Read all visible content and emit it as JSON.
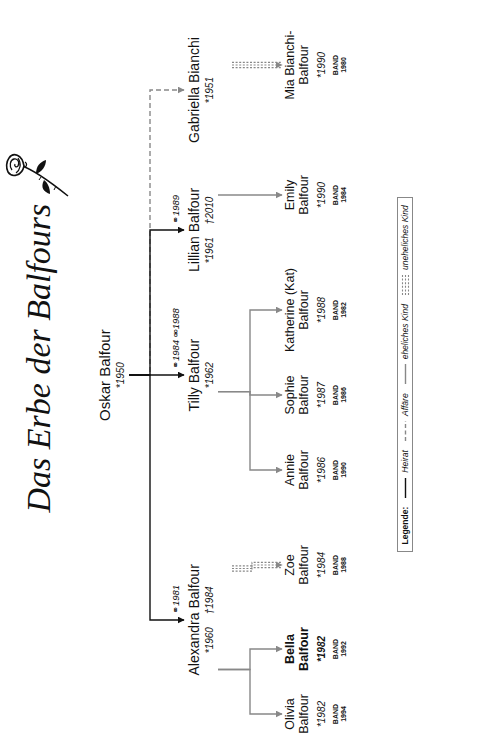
{
  "diagram": {
    "title": "Das Erbe der Balfours",
    "nodes": [
      {
        "text": [
          "Oskar Balfour",
          "*1950"
        ]
      },
      {
        "text": [
          "Alexandra Balfour",
          "*1960 †1984"
        ]
      },
      {
        "text": [
          "Tilly Balfour",
          "*1962"
        ]
      },
      {
        "text": [
          "Lillian Balfour",
          "*1961 †2010"
        ]
      },
      {
        "text": [
          "Gabriella Bianchi",
          "*1951"
        ]
      },
      {
        "text": [
          "Olivia Balfour",
          "*1982",
          "BAND 1994"
        ]
      },
      {
        "text": [
          "Bella Balfour",
          "*1982",
          "BAND 1992"
        ]
      },
      {
        "text": [
          "Zoe Balfour",
          "*1984",
          "BAND 1988"
        ]
      },
      {
        "text": [
          "Annie Balfour",
          "*1986",
          "BAND 1990"
        ]
      },
      {
        "text": [
          "Sophie Balfour",
          "*1987",
          "BAND 1986"
        ]
      },
      {
        "text": [
          "Katherine (Kat) Balfour",
          "*1988",
          "BAND 1982"
        ]
      },
      {
        "text": [
          "Emily Balfour",
          "*1990",
          "BAND 1984"
        ]
      },
      {
        "text": [
          "Mia Bianchi-Balfour",
          "*1990",
          "BAND 1980"
        ]
      }
    ],
    "edges": [
      {
        "from": 0,
        "to": 1,
        "arrow": "to",
        "label": "⚭1981"
      },
      {
        "from": 0,
        "to": 2,
        "arrow": "to",
        "label": "⚭1984 ⚮1988"
      },
      {
        "from": 0,
        "to": 3,
        "arrow": "to",
        "label": "⚭1989"
      },
      {
        "from": 0,
        "to": 4,
        "arrow": "to"
      },
      {
        "from": 1,
        "to": 5,
        "arrow": "to"
      },
      {
        "from": 1,
        "to": 6,
        "arrow": "to"
      },
      {
        "from": 1,
        "to": 7,
        "arrow": "to"
      },
      {
        "from": 2,
        "to": 8,
        "arrow": "to"
      },
      {
        "from": 2,
        "to": 9,
        "arrow": "to"
      },
      {
        "from": 2,
        "to": 10,
        "arrow": "to"
      },
      {
        "from": 3,
        "to": 11,
        "arrow": "to"
      },
      {
        "from": 4,
        "to": 12,
        "arrow": "to"
      }
    ],
    "labels": [
      "Legende:"
    ],
    "legend": [
      {
        "text": "Heirat"
      },
      {
        "text": "Affäre"
      },
      {
        "text": "eheliches Kind"
      },
      {
        "text": "uneheliches Kind"
      }
    ]
  }
}
